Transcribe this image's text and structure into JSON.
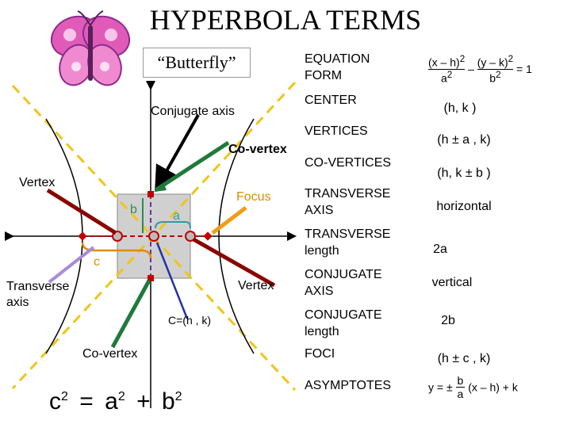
{
  "title": "HYPERBOLA TERMS",
  "butterfly_label": "“Butterfly”",
  "diagram": {
    "conjugate_axis": "Conjugate axis",
    "co_vertex_top": "Co-vertex",
    "vertex_left": "Vertex",
    "focus": "Focus",
    "b": "b",
    "a": "a",
    "c": "c",
    "transverse_axis": "Transverse axis",
    "vertex_right": "Vertex",
    "center": "C=(h , k)",
    "co_vertex_bottom": "Co-vertex"
  },
  "formula_c": {
    "c": "c",
    "a": "a",
    "b": "b",
    "exp": "2",
    "eq": "=",
    "plus": "+"
  },
  "table": [
    {
      "term": "EQUATION FORM",
      "value": "(x – h)² / a² – (y – k)² / b² = 1"
    },
    {
      "term": "CENTER",
      "value": "(h, k )"
    },
    {
      "term": "VERTICES",
      "value": "(h ± a , k)"
    },
    {
      "term": "CO-VERTICES",
      "value": "(h, k ± b )"
    },
    {
      "term": "TRANSVERSE AXIS",
      "value": "horizontal"
    },
    {
      "term": "TRANSVERSE length",
      "value": "2a"
    },
    {
      "term": "CONJUGATE AXIS",
      "value": "vertical"
    },
    {
      "term": "CONJUGATE length",
      "value": "2b"
    },
    {
      "term": "FOCI",
      "value": "(h ± c , k)"
    },
    {
      "term": "ASYMPTOTES",
      "value": "y = ± b/a (x – h) + k"
    }
  ],
  "equation_parts": {
    "n1": "(x – h)",
    "d1": "a",
    "minus": "–",
    "n2": "(y – k)",
    "d2": "b",
    "eq": "= 1",
    "sq": "2"
  },
  "asymptote_parts": {
    "lhs": "y = ±",
    "num": "b",
    "den": "a",
    "rhs": "(x – h) + k"
  }
}
